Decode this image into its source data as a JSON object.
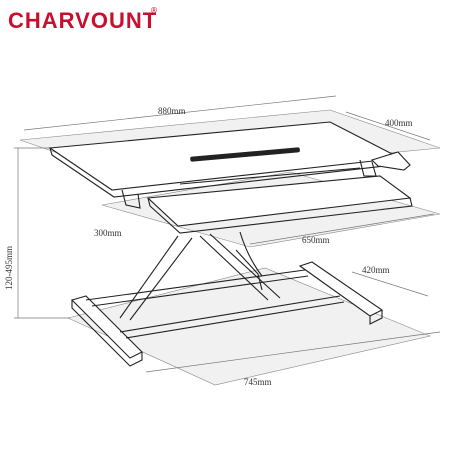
{
  "brand": {
    "name": "CHARVOUNT",
    "registered_mark": "®",
    "color": "#c8102e"
  },
  "dimensions": {
    "top_width": "880mm",
    "top_depth": "400mm",
    "keyboard_depth": "300mm",
    "keyboard_width": "650mm",
    "height_range": "120-495mm",
    "base_depth": "420mm",
    "base_width": "745mm"
  }
}
